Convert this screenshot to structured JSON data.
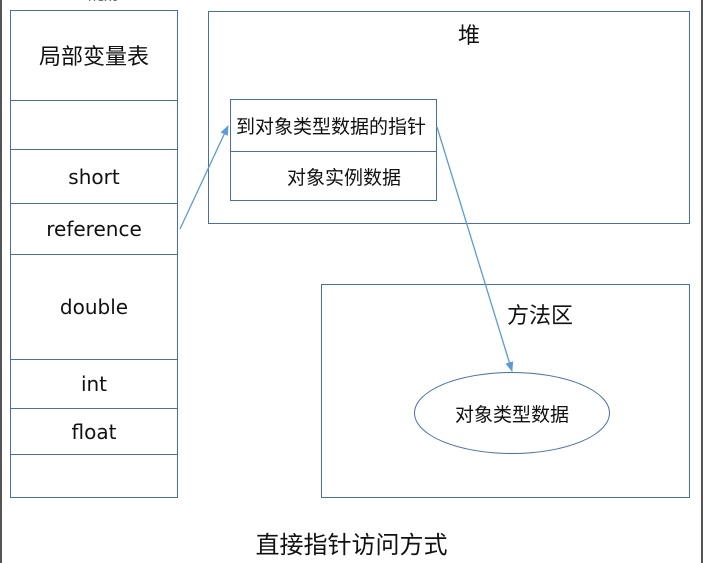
{
  "top_fragment": "next",
  "stack": {
    "title": "局部变量表",
    "rows": [
      "",
      "short",
      "reference",
      "double",
      "int",
      "float",
      ""
    ]
  },
  "heap": {
    "title": "堆",
    "pointer_cell": "到对象类型数据的指针",
    "instance_cell": "对象实例数据"
  },
  "method_area": {
    "title": "方法区",
    "type_data": "对象类型数据"
  },
  "caption": "直接指针访问方式",
  "colors": {
    "line": "#4a6fa5",
    "arrow": "#5b9bd5"
  }
}
